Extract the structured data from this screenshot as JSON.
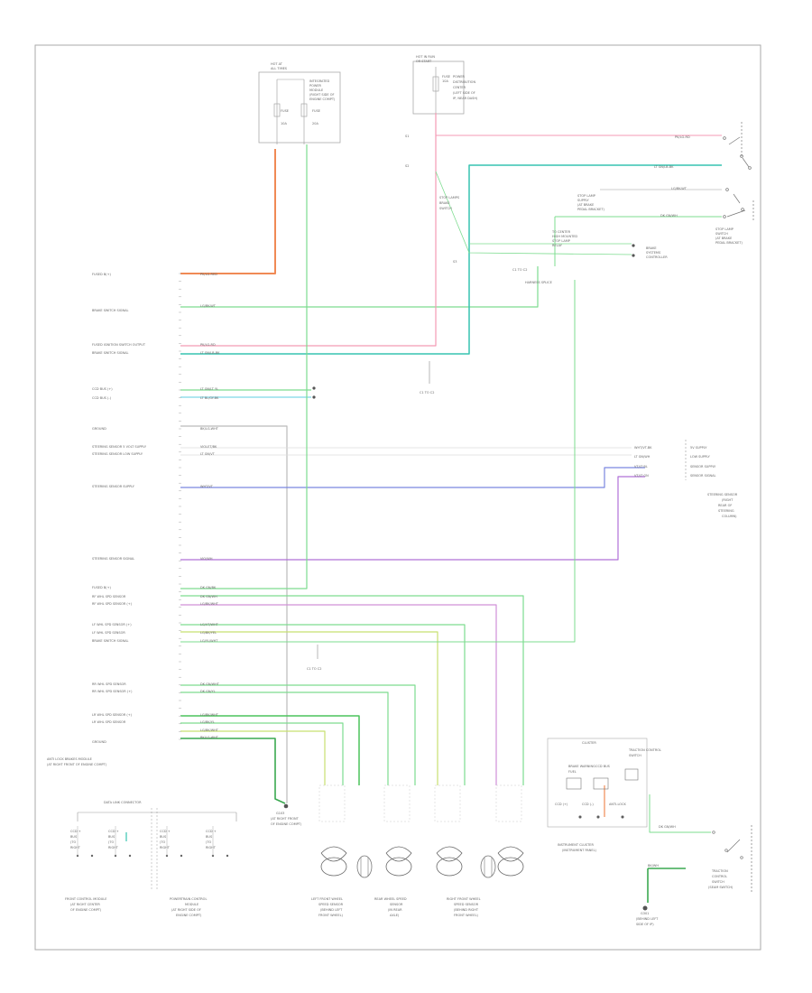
{
  "frame_code": "",
  "fuse_block": {
    "title_lines": [
      "HOT AT",
      "ALL TIMES"
    ],
    "desc_lines": [
      "INTEGRATED",
      "POWER",
      "MODULE",
      "(RIGHT SIDE OF",
      "ENGINE COMPT)"
    ],
    "fuse_labels": [
      "FUSE",
      "10A",
      "FUSE",
      "20A"
    ]
  },
  "hot_run_block": {
    "title_lines": [
      "HOT IN RUN",
      "OR START"
    ],
    "desc_lines": [
      "FUSE",
      "10A",
      "POWER",
      "DISTRIBUTION",
      "CENTER",
      "(LEFT SIDE OF",
      "IP, NEAR DASH)"
    ]
  },
  "controller_pins": [
    "FUSED B(+)",
    "BRAKE SWITCH SIGNAL",
    "FUSED IGNITION SWITCH OUTPUT",
    "BRAKE SWITCH SIGNAL",
    "CCD BUS (+)",
    "CCD BUS (-)",
    "GROUND",
    "STEERING SENSOR 5 VOLT SUPPLY",
    "STEERING SENSOR LOW SUPPLY",
    "STEERING SENSOR SUPPLY",
    "STEERING SENSOR SIGNAL",
    "FUSED B(+)",
    "RF WHL SPD SENSOR",
    "RF WHL SPD SENSOR (+)",
    "LF WHL SPD SENSOR (+)",
    "LF WHL SPD SENSOR",
    "BRAKE SWITCH SIGNAL",
    "RR WHL SPD SENSOR",
    "RR WHL SPD SENSOR (+)",
    "LR WHL SPD SENSOR (+)",
    "LR WHL SPD SENSOR",
    "GROUND"
  ],
  "wire_labels": [
    "PK/LG-RED",
    "LG/BK-WT",
    "PK/LG-RD",
    "LT GN/LB-BK",
    "LT GN/LT YL",
    "LT BL/GY-BK",
    "BK/LG-WHT",
    "VIOLET/BK",
    "LT GN/VT",
    "WHT/VT",
    "VIO/WH",
    "DK GN/BK",
    "DK GN/WH",
    "LG/BK/WHT",
    "LG/VT/WHT",
    "LG/BK/YEL",
    "LG/YL/WHT",
    "DK GN/WHT",
    "DK GN/YL",
    "LG/BK/WHT",
    "LG/BK/YL",
    "LG/BK/WHT",
    "BK/LG-WHT"
  ],
  "right_connector": {
    "wire_labels": [
      "WHT/VT-BK",
      "LT GN/WH",
      "VT/LT BL",
      "VT/LT GN"
    ],
    "pin_labels": [
      "5V SUPPLY",
      "LOW SUPPLY",
      "SENSOR SUPPLY",
      "SENSOR SIGNAL"
    ],
    "title_lines": [
      "STEERING SENSOR",
      "(RIGHT",
      "REAR OF",
      "STEERING",
      "COLUMN)"
    ]
  },
  "top_right": {
    "wire_labels": [
      "PK/LG-RD",
      "LT GN/LB-BK",
      "DK GN/WH",
      "LG/BK-WT"
    ],
    "switch_label_lines": [
      "STOP LAMP",
      "SWITCH",
      "(AT BRAKE",
      "PEDAL BRACKET)"
    ],
    "bulb_label_lines": [
      "STOP LAMP",
      "SUPPLY",
      "(AT BRAKE",
      "PEDAL BRACKET)"
    ],
    "circuit_lines": [
      "TO CENTER",
      "HIGH MOUNTED",
      "STOP LAMP",
      "RELAY"
    ],
    "brake_label_lines": [
      "BRAKE",
      "SYSTEMS",
      "CONTROLLER"
    ],
    "splice_labels": [
      "STOP LAMPS",
      "BRAKE",
      "SWITCH"
    ],
    "harness_label": "HARNESS SPLICE",
    "connector_label": "C1 TO C2",
    "misc_labels": [
      "S1",
      "S2",
      "S3"
    ]
  },
  "connectors": [
    "C1 TO C2",
    "C1 TO C2"
  ],
  "bottom_left": {
    "note_lines": [
      "ANTI LOCK BRAKES MODULE",
      "(AT RIGHT FRONT OF ENGINE COMPT)"
    ],
    "ccd_label": "DATA LINK CONNECTOR",
    "ccd_modules": [
      {
        "lines": [
          "CCD +",
          "BUS",
          "(TO",
          "RIGHT"
        ]
      },
      {
        "lines": [
          "CCD +",
          "BUS",
          "(TO",
          "RIGHT"
        ]
      },
      {
        "lines": [
          "CCD +",
          "BUS",
          "(TO",
          "RIGHT"
        ]
      },
      {
        "lines": [
          "CCD +",
          "BUS",
          "(TO",
          "RIGHT"
        ]
      }
    ],
    "module_names": [
      {
        "lines": [
          "FRONT CONTROL MODULE",
          "(AT RIGHT CENTER",
          "OF ENGINE COMPT)"
        ]
      },
      {
        "lines": [
          "POWERTRAIN CONTROL",
          "MODULE",
          "(AT RIGHT SIDE OF",
          "ENGINE COMPT)"
        ]
      }
    ],
    "ground_label_lines": [
      "G103",
      "(AT RIGHT FRONT",
      "OF ENGINE COMPT)"
    ]
  },
  "wheel_sensors": [
    {
      "lines": [
        "LEFT FRONT WHEEL",
        "SPEED SENSOR",
        "(BEHIND LEFT",
        "FRONT WHEEL)"
      ]
    },
    {
      "lines": [
        "REAR WHEEL SPEED",
        "SENSOR",
        "(IN REAR",
        "AXLE)"
      ]
    },
    {
      "lines": [
        "RIGHT FRONT WHEEL",
        "SPEED SENSOR",
        "(BEHIND RIGHT",
        "FRONT WHEEL)"
      ]
    }
  ],
  "bottom_right": {
    "box_title": "CLUSTER",
    "labels": [
      "BRAKE WARNING",
      "CCD BUS",
      "FUEL",
      "TRACTION CONTROL",
      "SWITCH"
    ],
    "sub_labels": [
      "CCD (+)",
      "CCD (-)",
      "ANTI-LOCK"
    ],
    "wire_labels": [
      "DK GN/WH",
      "BK/WH"
    ],
    "switch_label_lines": [
      "TRACTION",
      "CONTROL",
      "SWITCH",
      "(SEAM SWITCH)"
    ],
    "ground_lines": [
      "G301",
      "(BEHIND LEFT",
      "SIDE OF IP)"
    ],
    "cluster_label_lines": [
      "INSTRUMENT CLUSTER",
      "(INSTRUMENT PANEL)"
    ]
  },
  "colors": {
    "orange": "#f08a55",
    "green": "#7ddc8f",
    "pink": "#f49ab4",
    "teal": "#37c4b0",
    "cyan": "#7fd8e8",
    "blue": "#7a86e0",
    "violet": "#b070d8",
    "magenta": "#e080e0",
    "gray": "#bbbbbb",
    "yellowgreen": "#c8e070"
  }
}
